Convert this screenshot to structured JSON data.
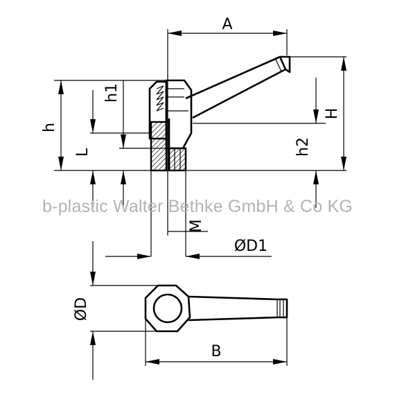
{
  "watermark": "b-plastic Walter Bethke GmbH & Co KG",
  "dimensions": {
    "A": "A",
    "B": "B",
    "D": "ØD",
    "D1": "ØD1",
    "H": "H",
    "h": "h",
    "h1": "h1",
    "h2": "h2",
    "L": "L",
    "M": "M"
  }
}
